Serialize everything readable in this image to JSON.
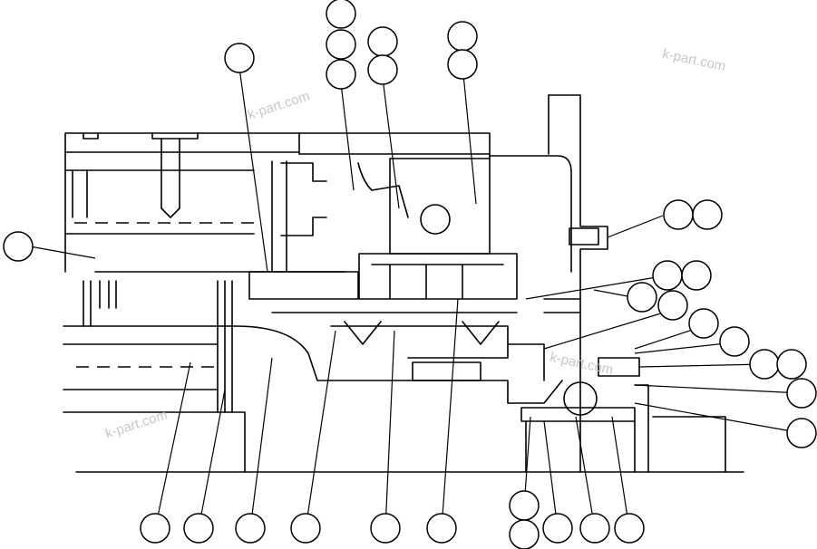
{
  "watermark": {
    "text": "k-part.com",
    "color": "#c8c8c8"
  },
  "callouts": [
    {
      "id": "c01",
      "label": ""
    },
    {
      "id": "c02",
      "label": ""
    },
    {
      "id": "c03",
      "label": ""
    },
    {
      "id": "c04",
      "label": ""
    },
    {
      "id": "c05",
      "label": ""
    },
    {
      "id": "c06",
      "label": ""
    },
    {
      "id": "c07",
      "label": ""
    },
    {
      "id": "c08",
      "label": ""
    },
    {
      "id": "c09",
      "label": ""
    },
    {
      "id": "c10",
      "label": ""
    },
    {
      "id": "c11",
      "label": ""
    },
    {
      "id": "c12",
      "label": ""
    },
    {
      "id": "c13",
      "label": ""
    },
    {
      "id": "c14",
      "label": ""
    },
    {
      "id": "c15",
      "label": ""
    },
    {
      "id": "c16",
      "label": ""
    },
    {
      "id": "c17",
      "label": ""
    },
    {
      "id": "c18",
      "label": ""
    },
    {
      "id": "c19",
      "label": ""
    },
    {
      "id": "c20",
      "label": ""
    },
    {
      "id": "c21",
      "label": ""
    },
    {
      "id": "c22",
      "label": ""
    },
    {
      "id": "c23",
      "label": ""
    },
    {
      "id": "c24",
      "label": ""
    },
    {
      "id": "c25",
      "label": ""
    },
    {
      "id": "c26",
      "label": ""
    },
    {
      "id": "c27",
      "label": ""
    },
    {
      "id": "c28",
      "label": ""
    },
    {
      "id": "c29",
      "label": ""
    },
    {
      "id": "c30",
      "label": ""
    },
    {
      "id": "c31",
      "label": ""
    }
  ]
}
